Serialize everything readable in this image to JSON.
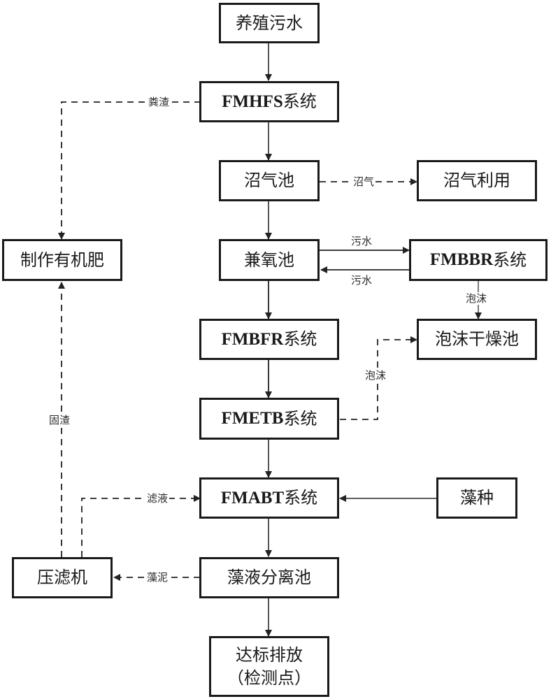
{
  "nodes": {
    "wastewater": {
      "text": "养殖污水"
    },
    "fmhfs": {
      "latin": "FMHFS",
      "cjk": "系统"
    },
    "biogas_tank": {
      "text": "沼气池"
    },
    "biogas_use": {
      "text": "沼气利用"
    },
    "fertilizer": {
      "text": "制作有机肥"
    },
    "facultative_tank": {
      "text": "兼氧池"
    },
    "fmbbr": {
      "latin": "FMBBR",
      "cjk": "系统"
    },
    "fmbfr": {
      "latin": "FMBFR",
      "cjk": "系统"
    },
    "foam_dry": {
      "text": "泡沫干燥池"
    },
    "fmetb": {
      "latin": "FMETB",
      "cjk": "系统"
    },
    "fmabt": {
      "latin": "FMABT",
      "cjk": "系统"
    },
    "algae_seed": {
      "text": "藻种"
    },
    "filter_press": {
      "text": "压滤机"
    },
    "algae_sep": {
      "text": "藻液分离池"
    },
    "discharge": {
      "line1": "达标排放",
      "line2": "（检测点）"
    }
  },
  "edges": {
    "manure_residue": "粪渣",
    "biogas": "沼气",
    "sewage_out": "污水",
    "sewage_back": "污水",
    "foam_bbr": "泡沫",
    "foam_etb": "泡沫",
    "solid_residue": "固渣",
    "filtrate": "滤液",
    "algae_sludge": "藻泥"
  },
  "colors": {
    "line": "#1a1a1a",
    "solid_arrow": "#444444"
  }
}
